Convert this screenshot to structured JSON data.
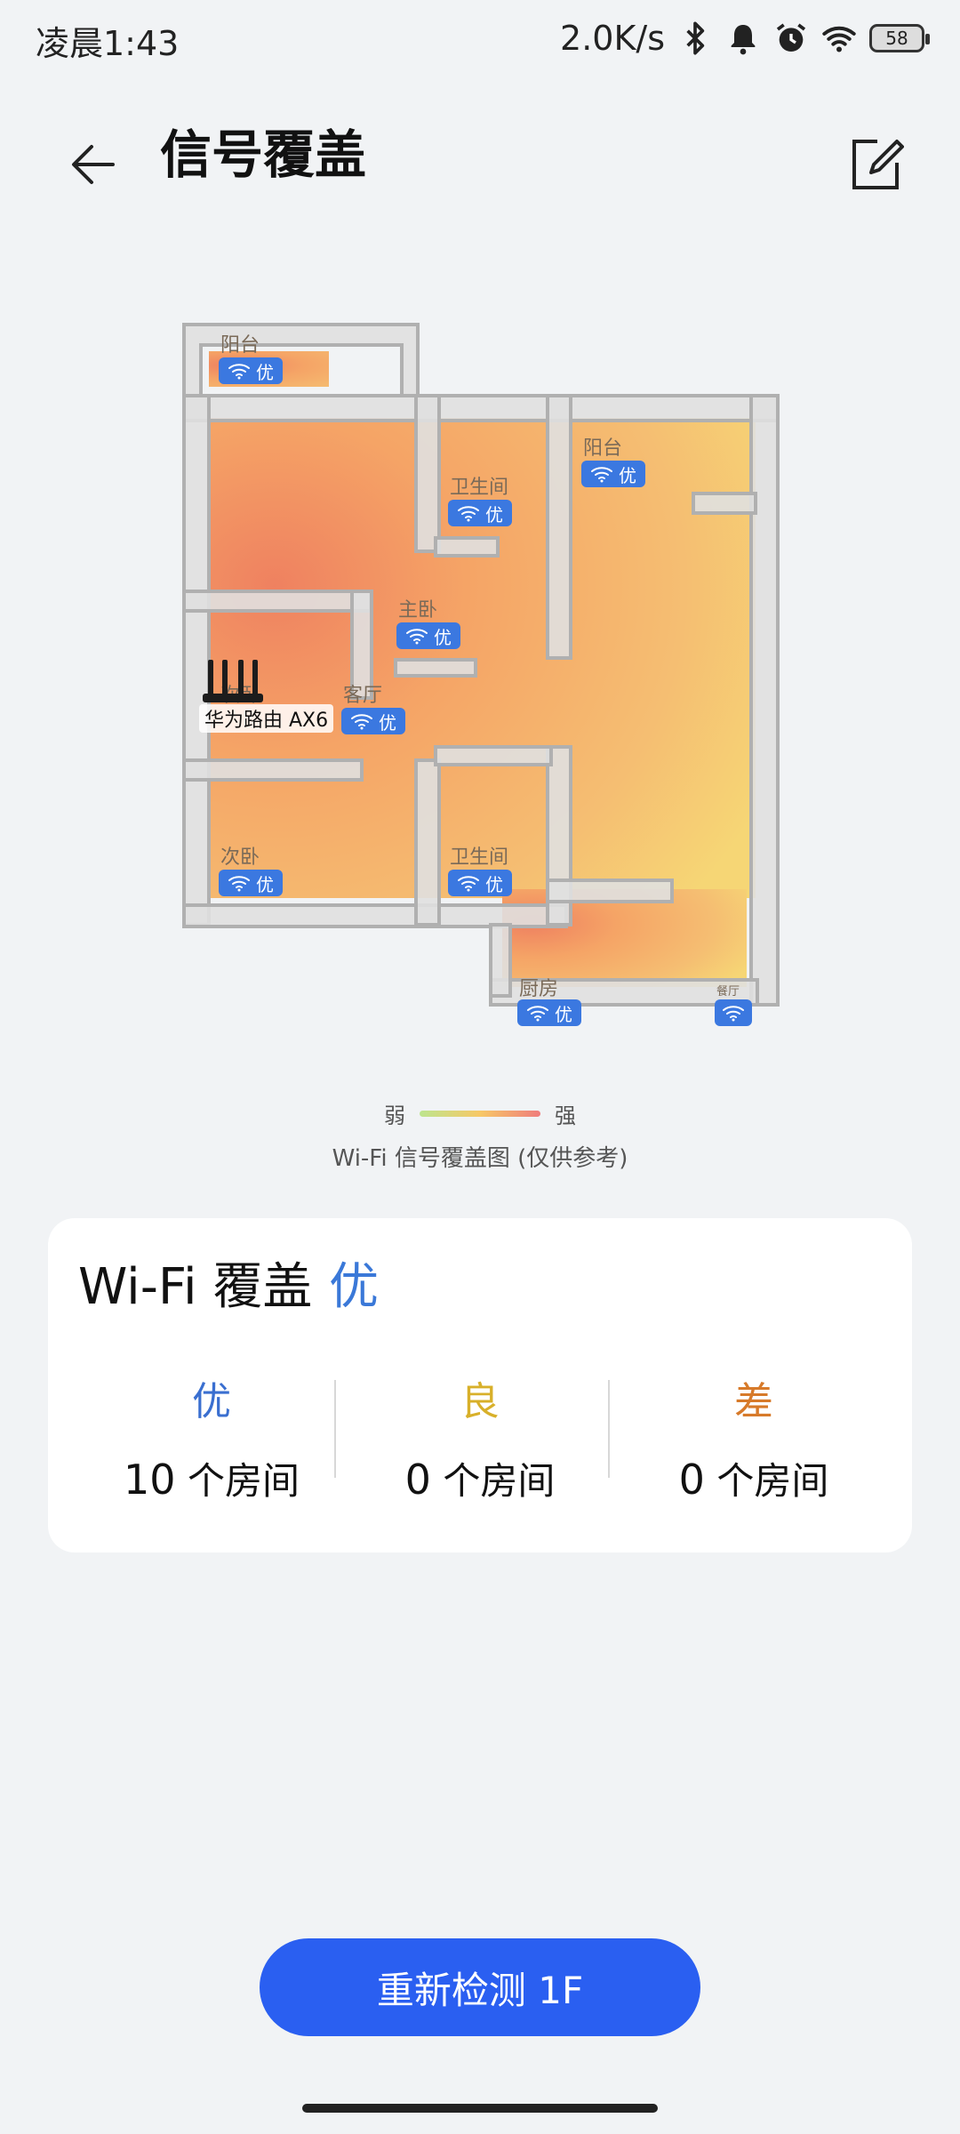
{
  "status_bar": {
    "time": "凌晨1:43",
    "net_speed": "2.0K/s",
    "battery": "58"
  },
  "header": {
    "title": "信号覆盖"
  },
  "floorplan": {
    "rooms": [
      {
        "name": "阳台",
        "badge": "优"
      },
      {
        "name": "卫生间",
        "badge": "优"
      },
      {
        "name": "阳台",
        "badge": "优"
      },
      {
        "name": "主卧",
        "badge": "优"
      },
      {
        "name": "次卧",
        "badge": ""
      },
      {
        "name": "客厅",
        "badge": "优"
      },
      {
        "name": "次卧",
        "badge": "优"
      },
      {
        "name": "卫生间",
        "badge": "优"
      },
      {
        "name": "厨房",
        "badge": "优"
      },
      {
        "name": "餐厅",
        "badge": ""
      }
    ],
    "router_label": "华为路由 AX6"
  },
  "legend": {
    "weak": "弱",
    "strong": "强",
    "caption": "Wi-Fi 信号覆盖图 (仅供参考)"
  },
  "summary": {
    "title": "Wi-Fi 覆盖",
    "grade": "优",
    "stats": [
      {
        "grade": "优",
        "count": "10",
        "unit": "个房间",
        "color": "#3a6fd0"
      },
      {
        "grade": "良",
        "count": "0",
        "unit": "个房间",
        "color": "#d8b02a"
      },
      {
        "grade": "差",
        "count": "0",
        "unit": "个房间",
        "color": "#d77a2a"
      }
    ]
  },
  "rescan_button": "重新检测 1F",
  "colors": {
    "accent": "#2a5ff1",
    "badge": "#3b78e0"
  }
}
